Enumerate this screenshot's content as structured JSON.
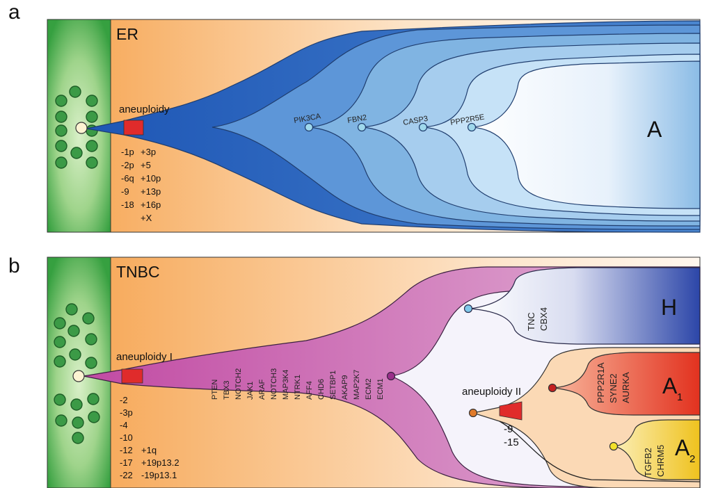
{
  "panel_a": {
    "label": "a",
    "title": "ER",
    "event": "aneuploidy",
    "cnv_loss": [
      "-1p",
      "-2p",
      "-6q",
      "-9",
      "-18"
    ],
    "cnv_gain": [
      "+3p",
      "+5",
      "+10p",
      "+13p",
      "+16p",
      "+X"
    ],
    "genes": [
      "PIK3CA",
      "FBN2",
      "CASP3",
      "PPP2R5E"
    ],
    "clone": "A",
    "colors": {
      "normal": "#3fa845",
      "tumor": "#2d6fc4",
      "event": "#e02b2b"
    }
  },
  "panel_b": {
    "label": "b",
    "title": "TNBC",
    "event1": "aneuploidy I",
    "event2": "aneuploidy II",
    "cnv_loss": [
      "-2",
      "-3p",
      "-4",
      "-10",
      "-12",
      "-17",
      "-22"
    ],
    "cnv_gain": [
      "+1q",
      "+19p13.2",
      "-19p13.1"
    ],
    "cnv2": [
      "-9",
      "-15"
    ],
    "trunk_genes": [
      "PTEN",
      "TBX3",
      "NOTCH2",
      "JAK1",
      "ARAF",
      "NOTCH3",
      "MAP3K4",
      "NTRK1",
      "AFF4",
      "CHD6",
      "SETBP1",
      "AKAP9",
      "MAP2K7",
      "ECM2",
      "ECM1"
    ],
    "h_genes": [
      "TNC",
      "CBX4"
    ],
    "a1_genes": [
      "PPP2R1A",
      "SYNE2",
      "AURKA"
    ],
    "a2_genes": [
      "TGFB2",
      "CHRM5"
    ],
    "clone_h": "H",
    "clone_a": "A",
    "idx1": "1",
    "idx2": "2",
    "colors": {
      "trunk": "#c55aa8",
      "h": "#2b47a3",
      "a1": "#e43a2a",
      "a2": "#f0c020",
      "event": "#e02b2b"
    }
  }
}
